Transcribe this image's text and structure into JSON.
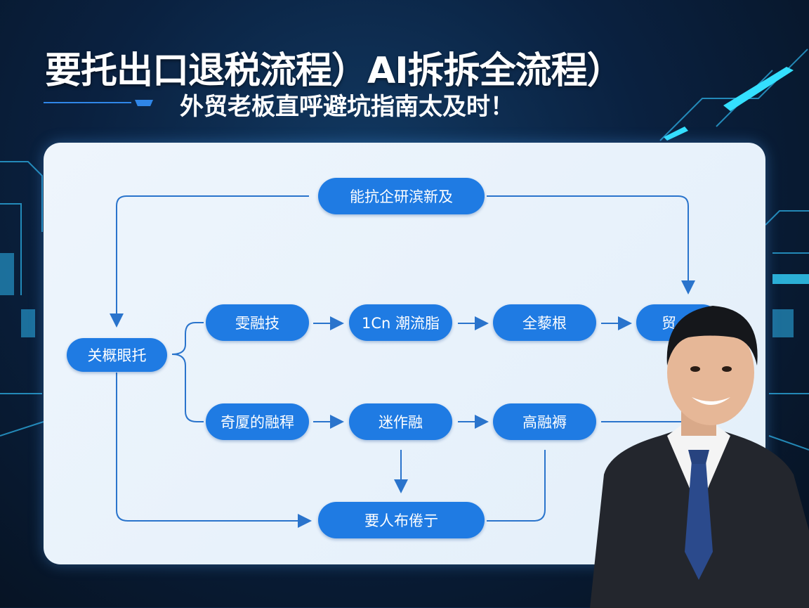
{
  "header": {
    "title": "要托出口退税流程）AI拆拆全流程）",
    "subtitle": "外贸老板直呼避坑指南太及时！"
  },
  "flow": {
    "top": "能抗企研滨新及",
    "start": "关概眼托",
    "row1": [
      "雯融技",
      "1Cn 潮流脂",
      "全藜根",
      "贸"
    ],
    "row2": [
      "奇厦的融稈",
      "迷作融",
      "高融褥"
    ],
    "bottom": "要人布倦亍"
  },
  "colors": {
    "node": "#1f7be3",
    "line": "#2a74cc",
    "panel": "#e8f2fb",
    "background": "#0a2140",
    "accent": "#2fd0ff"
  }
}
